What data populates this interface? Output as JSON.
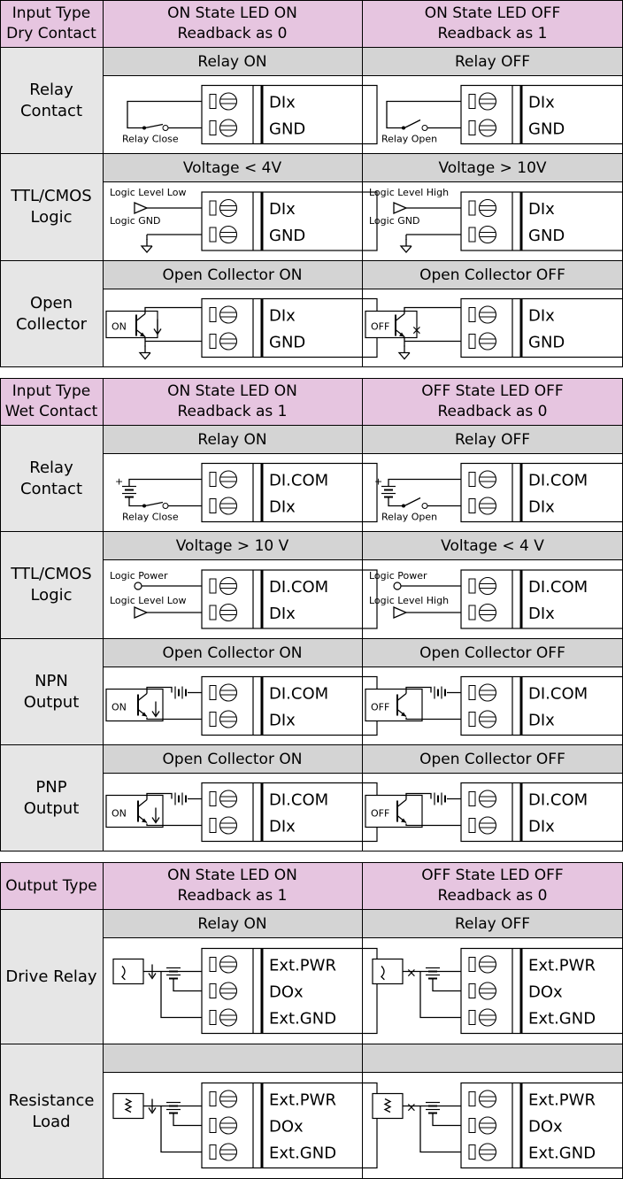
{
  "dry": {
    "title": [
      "Input Type",
      "Dry Contact"
    ],
    "col1": [
      "ON State LED ON",
      "Readback as 0"
    ],
    "col2": [
      "ON State LED OFF",
      "Readback as 1"
    ],
    "rows": [
      {
        "label": [
          "Relay",
          "Contact"
        ],
        "sub1": "Relay ON",
        "sub2": "Relay OFF",
        "term": [
          "DIx",
          "GND"
        ],
        "note1": "Relay Close",
        "note2": "Relay Open"
      },
      {
        "label": [
          "TTL/CMOS",
          "Logic"
        ],
        "sub1": "Voltage < 4V",
        "sub2": "Voltage > 10V",
        "term": [
          "DIx",
          "GND"
        ],
        "n1a": "Logic Level Low",
        "n1b": "Logic GND",
        "n2a": "Logic Level High",
        "n2b": "Logic GND"
      },
      {
        "label": [
          "Open",
          "Collector"
        ],
        "sub1": "Open Collector ON",
        "sub2": "Open Collector OFF",
        "term": [
          "DIx",
          "GND"
        ],
        "box1": "ON",
        "box2": "OFF"
      }
    ]
  },
  "wet": {
    "title": [
      "Input Type",
      "Wet Contact"
    ],
    "col1": [
      "ON State LED ON",
      "Readback as 1"
    ],
    "col2": [
      "OFF State LED OFF",
      "Readback as 0"
    ],
    "rows": [
      {
        "label": [
          "Relay",
          "Contact"
        ],
        "sub1": "Relay ON",
        "sub2": "Relay OFF",
        "term": [
          "DI.COM",
          "DIx"
        ],
        "note1": "Relay Close",
        "note2": "Relay Open"
      },
      {
        "label": [
          "TTL/CMOS",
          "Logic"
        ],
        "sub1": "Voltage > 10 V",
        "sub2": "Voltage < 4 V",
        "term": [
          "DI.COM",
          "DIx"
        ],
        "n1a": "Logic Power",
        "n1b": "Logic Level Low",
        "n2a": "Logic Power",
        "n2b": "Logic Level High"
      },
      {
        "label": [
          "NPN",
          "Output"
        ],
        "sub1": "Open Collector ON",
        "sub2": "Open Collector OFF",
        "term": [
          "DI.COM",
          "DIx"
        ],
        "box1": "ON",
        "box2": "OFF"
      },
      {
        "label": [
          "PNP",
          "Output"
        ],
        "sub1": "Open Collector ON",
        "sub2": "Open Collector OFF",
        "term": [
          "DI.COM",
          "DIx"
        ],
        "box1": "ON",
        "box2": "OFF"
      }
    ]
  },
  "out": {
    "title": "Output Type",
    "col1": [
      "ON State LED ON",
      "Readback as 1"
    ],
    "col2": [
      "OFF State LED OFF",
      "Readback as 0"
    ],
    "rows": [
      {
        "label": [
          "Drive Relay"
        ],
        "sub1": "Relay ON",
        "sub2": "Relay OFF",
        "term": [
          "Ext.PWR",
          "DOx",
          "Ext.GND"
        ]
      },
      {
        "label": [
          "Resistance",
          "Load"
        ],
        "sub1": "",
        "sub2": "",
        "term": [
          "Ext.PWR",
          "DOx",
          "Ext.GND"
        ]
      }
    ]
  },
  "colors": {
    "header_bg": "#e6c5e0",
    "label_bg": "#e6e6e6",
    "sub_bg": "#d4d4d4"
  }
}
